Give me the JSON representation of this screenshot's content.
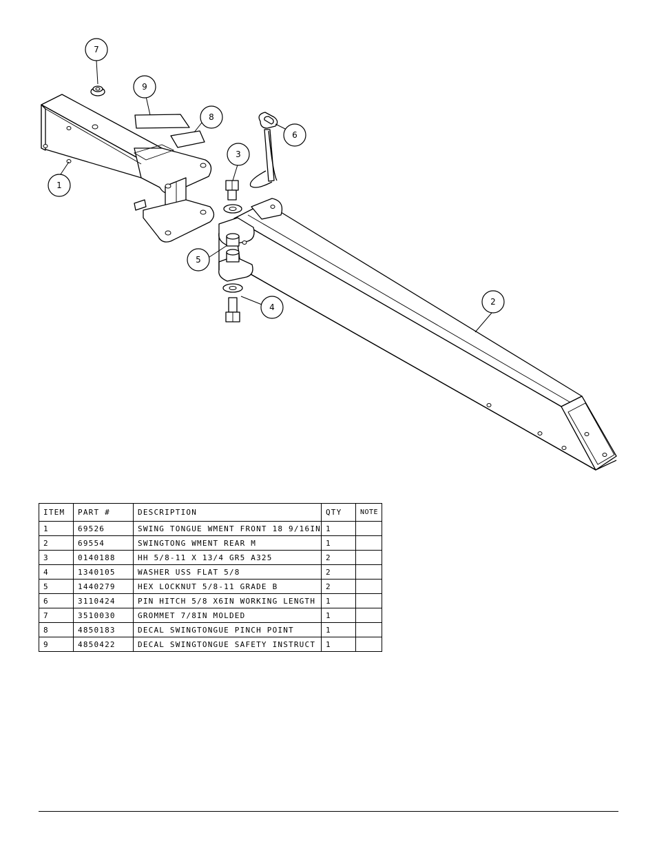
{
  "callouts": [
    {
      "id": "c1",
      "label": "1"
    },
    {
      "id": "c2",
      "label": "2"
    },
    {
      "id": "c3",
      "label": "3"
    },
    {
      "id": "c4",
      "label": "4"
    },
    {
      "id": "c5",
      "label": "5"
    },
    {
      "id": "c6",
      "label": "6"
    },
    {
      "id": "c7",
      "label": "7"
    },
    {
      "id": "c8",
      "label": "8"
    },
    {
      "id": "c9",
      "label": "9"
    }
  ],
  "table": {
    "headers": {
      "item": "ITEM",
      "part": "PART #",
      "description": "DESCRIPTION",
      "qty": "QTY",
      "note": "NOTE"
    },
    "rows": [
      {
        "item": "1",
        "part": "69526",
        "description": "SWING TONGUE WMENT FRONT 18 9/16IN",
        "qty": "1",
        "note": ""
      },
      {
        "item": "2",
        "part": "69554",
        "description": "SWINGTONG WMENT REAR M",
        "qty": "1",
        "note": ""
      },
      {
        "item": "3",
        "part": "0140188",
        "description": "HH 5/8-11 X 13/4  GR5 A325",
        "qty": "2",
        "note": ""
      },
      {
        "item": "4",
        "part": "1340105",
        "description": "WASHER USS FLAT 5/8",
        "qty": "2",
        "note": ""
      },
      {
        "item": "5",
        "part": "1440279",
        "description": "HEX LOCKNUT 5/8-11 GRADE B",
        "qty": "2",
        "note": ""
      },
      {
        "item": "6",
        "part": "3110424",
        "description": "PIN HITCH 5/8 X6IN WORKING LENGTH",
        "qty": "1",
        "note": ""
      },
      {
        "item": "7",
        "part": "3510030",
        "description": "GROMMET  7/8IN MOLDED",
        "qty": "1",
        "note": ""
      },
      {
        "item": "8",
        "part": "4850183",
        "description": "DECAL SWINGTONGUE PINCH POINT",
        "qty": "1",
        "note": ""
      },
      {
        "item": "9",
        "part": "4850422",
        "description": "DECAL SWINGTONGUE SAFETY INSTRUCT",
        "qty": "1",
        "note": ""
      }
    ]
  }
}
